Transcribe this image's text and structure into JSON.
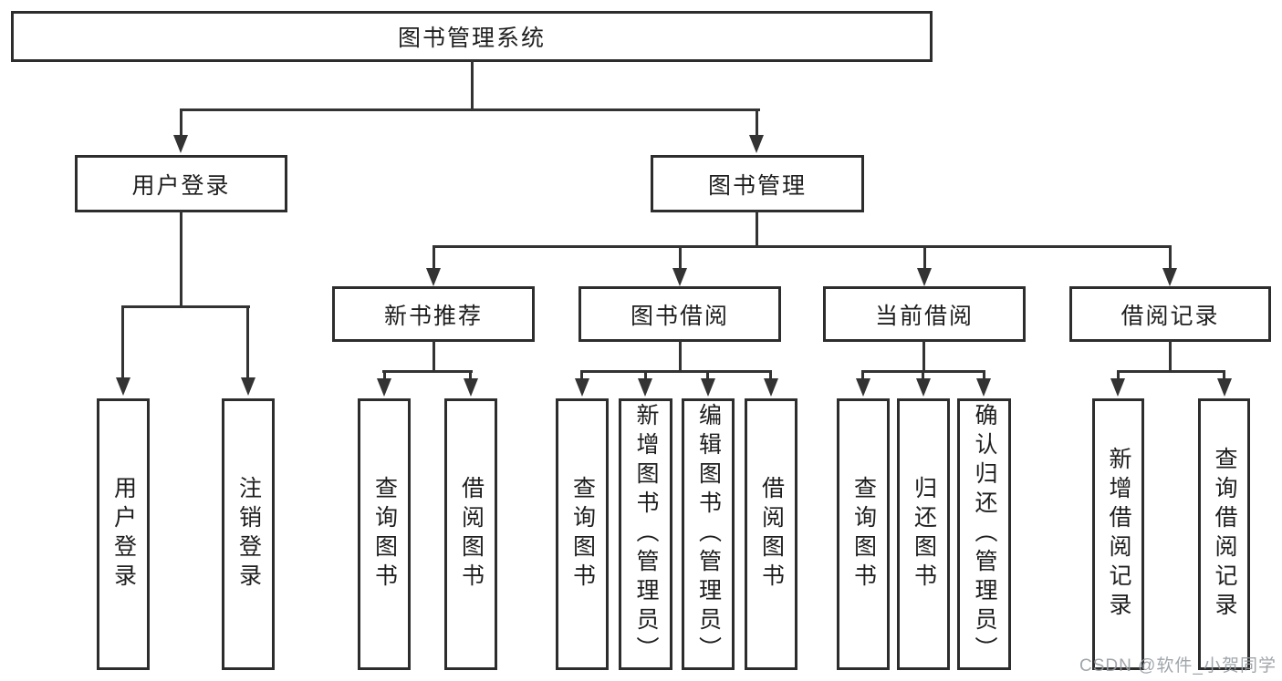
{
  "diagram": {
    "title_node": {
      "label": "图书管理系统"
    },
    "level2": [
      {
        "id": "user-login",
        "label": "用户登录"
      },
      {
        "id": "book-management",
        "label": "图书管理"
      }
    ],
    "level3": [
      {
        "id": "new-book-recommend",
        "label": "新书推荐"
      },
      {
        "id": "book-borrow",
        "label": "图书借阅"
      },
      {
        "id": "current-borrow",
        "label": "当前借阅"
      },
      {
        "id": "borrow-records",
        "label": "借阅记录"
      }
    ],
    "leaves": {
      "user_login": [
        {
          "label": "用户登录"
        },
        {
          "label": "注销登录"
        }
      ],
      "new_book_recommend": [
        {
          "label": "查询图书"
        },
        {
          "label": "借阅图书"
        }
      ],
      "book_borrow": [
        {
          "label": "查询图书"
        },
        {
          "label": "新增图书（管理员）"
        },
        {
          "label": "编辑图书（管理员）"
        },
        {
          "label": "借阅图书"
        }
      ],
      "current_borrow": [
        {
          "label": "查询图书"
        },
        {
          "label": "归还图书"
        },
        {
          "label": "确认归还（管理员）"
        }
      ],
      "borrow_records": [
        {
          "label": "新增借阅记录"
        },
        {
          "label": "查询借阅记录"
        }
      ]
    },
    "watermark_text": "CSDN @软件_小贺同学",
    "colors": {
      "line": "#333333",
      "box_border": "#2d2d2d",
      "box_fill": "#ffffff",
      "text": "#1e1e1e",
      "watermark": "#969ca2"
    }
  }
}
